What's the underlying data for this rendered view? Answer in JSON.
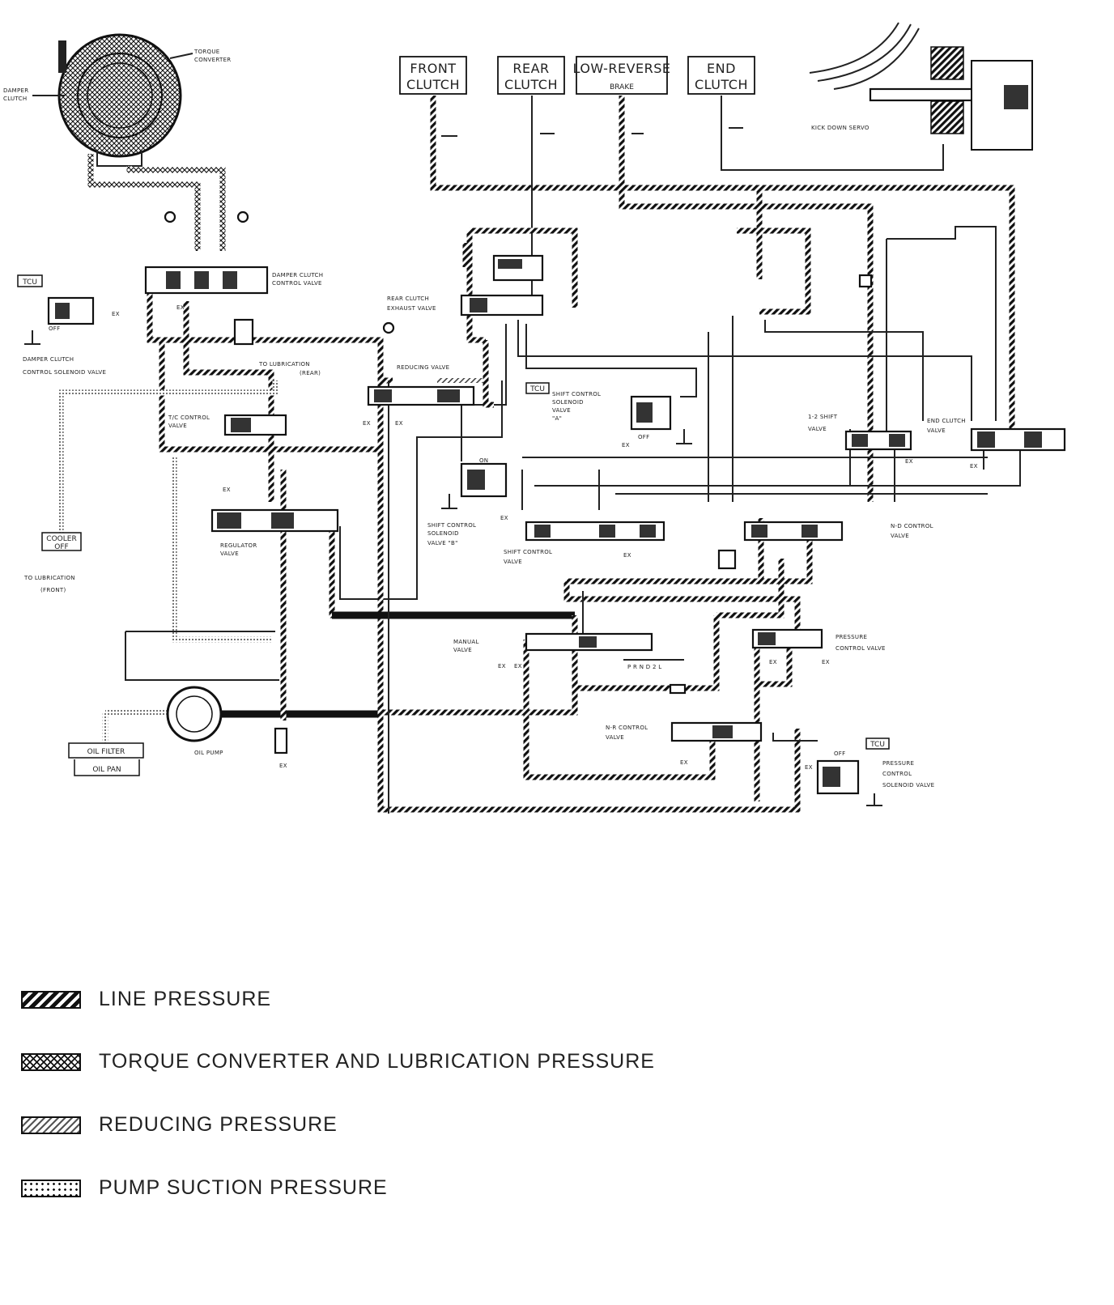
{
  "boxes": {
    "front_clutch": [
      "FRONT",
      "CLUTCH"
    ],
    "rear_clutch": [
      "REAR",
      "CLUTCH"
    ],
    "low_reverse_brake": [
      "LOW-REVERSE",
      "BRAKE"
    ],
    "end_clutch": [
      "END",
      "CLUTCH"
    ],
    "cooler": [
      "COOLER",
      "OFF"
    ],
    "oil_filter": "OIL FILTER",
    "oil_pan": "OIL PAN",
    "tcu": "TCU"
  },
  "labels": {
    "torque_converter": [
      "TORQUE",
      "CONVERTER"
    ],
    "damper_clutch": [
      "DAMPER",
      "CLUTCH"
    ],
    "damper_clutch_control_valve": [
      "DAMPER CLUTCH",
      "CONTROL VALVE"
    ],
    "damper_clutch_control_solenoid": [
      "DAMPER CLUTCH",
      "CONTROL SOLENOID VALVE"
    ],
    "to_lubrication_rear": [
      "TO LUBRICATION",
      "(REAR)"
    ],
    "to_lubrication_front": [
      "TO LUBRICATION",
      "(FRONT)"
    ],
    "tc_control_valve": [
      "T/C CONTROL",
      "VALVE"
    ],
    "regulator_valve": [
      "REGULATOR",
      "VALVE"
    ],
    "rear_clutch_exhaust_valve": [
      "REAR CLUTCH",
      "EXHAUST VALVE"
    ],
    "reducing_valve": "REDUCING VALVE",
    "shift_control_solenoid_a": [
      "SHIFT CONTROL",
      "SOLENOID",
      "VALVE",
      "\"A\""
    ],
    "shift_control_solenoid_b": [
      "SHIFT CONTROL",
      "SOLENOID",
      "VALVE \"B\""
    ],
    "shift_control_valve": [
      "SHIFT CONTROL",
      "VALVE"
    ],
    "kick_down_servo": "KICK DOWN SERVO",
    "shift_1_2_valve": [
      "1-2 SHIFT",
      "VALVE"
    ],
    "end_clutch_valve": [
      "END CLUTCH",
      "VALVE"
    ],
    "n_d_control_valve": [
      "N-D CONTROL",
      "VALVE"
    ],
    "manual_valve": [
      "MANUAL",
      "VALVE"
    ],
    "prndl": "P R N D 2 L",
    "pressure_control_valve": [
      "PRESSURE",
      "CONTROL VALVE"
    ],
    "n_r_control_valve": [
      "N-R CONTROL",
      "VALVE"
    ],
    "pressure_control_solenoid": [
      "PRESSURE",
      "CONTROL",
      "SOLENOID VALVE"
    ],
    "oil_pump": "OIL PUMP",
    "ex": "EX",
    "off": "OFF",
    "on": "ON"
  },
  "legend": [
    {
      "pattern": "line",
      "label": "LINE PRESSURE"
    },
    {
      "pattern": "torque",
      "label": "TORQUE CONVERTER AND LUBRICATION PRESSURE"
    },
    {
      "pattern": "reducing",
      "label": "REDUCING PRESSURE"
    },
    {
      "pattern": "suction",
      "label": "PUMP SUCTION PRESSURE"
    }
  ]
}
